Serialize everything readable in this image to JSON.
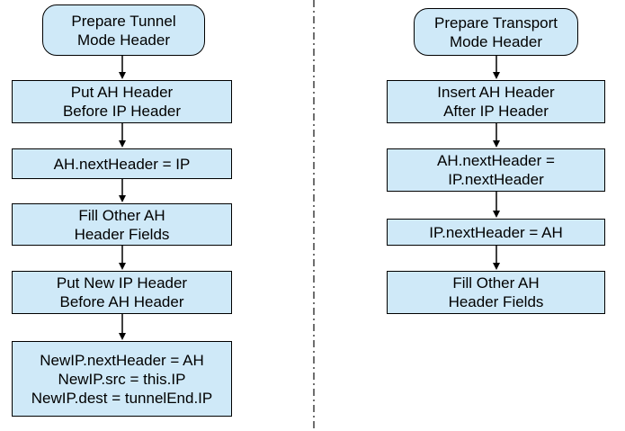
{
  "colors": {
    "box_fill": "#cfe9f8",
    "box_border": "#000000",
    "divider": "#3f3f3f",
    "text": "#000000"
  },
  "left_flow": {
    "title": "Prepare Tunnel\nMode Header",
    "steps": [
      "Put AH Header\nBefore IP Header",
      "AH.nextHeader = IP",
      "Fill Other AH\nHeader Fields",
      "Put New IP Header\nBefore AH Header",
      "NewIP.nextHeader = AH\nNewIP.src = this.IP\nNewIP.dest = tunnelEnd.IP"
    ]
  },
  "right_flow": {
    "title": "Prepare Transport\nMode Header",
    "steps": [
      "Insert AH Header\nAfter IP Header",
      "AH.nextHeader =\nIP.nextHeader",
      "IP.nextHeader = AH",
      "Fill Other AH\nHeader Fields"
    ]
  }
}
